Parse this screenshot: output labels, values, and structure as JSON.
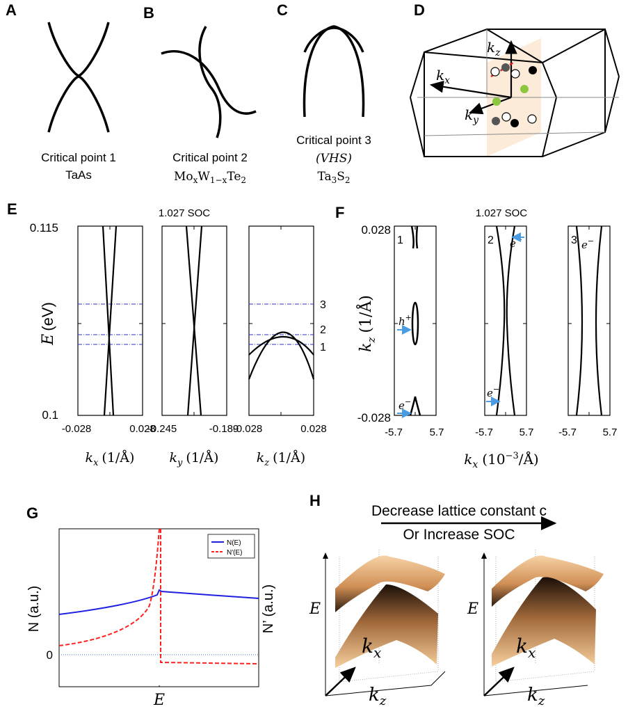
{
  "panels": {
    "A": {
      "letter": "A",
      "caption_line1": "Critical point 1",
      "caption_line2": "TaAs"
    },
    "B": {
      "letter": "B",
      "caption_line1": "Critical point 2",
      "caption_formula": {
        "a": "Mo",
        "a_sub": "x",
        "b": "W",
        "b_sub": "1−x",
        "c": "Te",
        "c_sub": "2"
      }
    },
    "C": {
      "letter": "C",
      "caption_line1": "Critical point 3",
      "caption_line2": "(VHS)",
      "caption_formula": {
        "a": "Ta",
        "a_sub": "3",
        "b": "S",
        "b_sub": "2"
      }
    },
    "D": {
      "letter": "D",
      "axis_kz": "k",
      "axis_kz_sub": "z",
      "axis_kx": "k",
      "axis_kx_sub": "x",
      "axis_ky": "k",
      "axis_ky_sub": "y"
    },
    "E": {
      "letter": "E",
      "title": "1.027 SOC",
      "ylabel_var": "E",
      "ylabel_unit": "(eV)",
      "y_top": "0.115",
      "y_bottom": "0.1",
      "level_labels": [
        "3",
        "2",
        "1"
      ],
      "subplots": [
        {
          "xmin": "-0.028",
          "xmax": "0.028",
          "xlabel": "k",
          "xlabel_sub": "x",
          "xunit": "(1/Å)"
        },
        {
          "xmin": "-0.245",
          "xmax": "-0.189",
          "xlabel": "k",
          "xlabel_sub": "y",
          "xunit": "(1/Å)"
        },
        {
          "xmin": "-0.028",
          "xmax": "0.028",
          "xlabel": "k",
          "xlabel_sub": "z",
          "xunit": "(1/Å)"
        }
      ]
    },
    "F": {
      "letter": "F",
      "title": "1.027 SOC",
      "ylabel_var": "k",
      "ylabel_sub": "z",
      "ylabel_unit": "(1/Å)",
      "y_top": "0.028",
      "y_bottom": "-0.028",
      "xlabel_var": "k",
      "xlabel_sub": "x",
      "xlabel_unit": "(10",
      "xlabel_exp": "−3",
      "xlabel_tail": "/Å)",
      "subplots": [
        {
          "number": "1",
          "xmin": "-5.7",
          "xmax": "5.7"
        },
        {
          "number": "2",
          "xmin": "-5.7",
          "xmax": "5.7"
        },
        {
          "number": "3",
          "xmin": "-5.7",
          "xmax": "5.7"
        }
      ],
      "carriers": {
        "hole": "h",
        "hole_sup": "+",
        "electron": "e",
        "electron_sup": "−"
      }
    },
    "G": {
      "letter": "G",
      "ylabel_left": "N (a.u.)",
      "ylabel_right": "N’ (a.u.)",
      "zero_label": "0",
      "xlabel": "E",
      "legend": [
        "N(E)",
        "N′(E)"
      ],
      "colors": {
        "N": "#1f1fe0",
        "Nprime": "#ff2020"
      }
    },
    "H": {
      "letter": "H",
      "arrow_line1": "Decrease lattice constant c",
      "arrow_line2": "Or Increase SOC",
      "axis_E": "E",
      "axis_kx": "k",
      "axis_kx_sub": "x",
      "axis_kz": "k",
      "axis_kz_sub": "z",
      "surface_color": "#f2c08e"
    }
  }
}
